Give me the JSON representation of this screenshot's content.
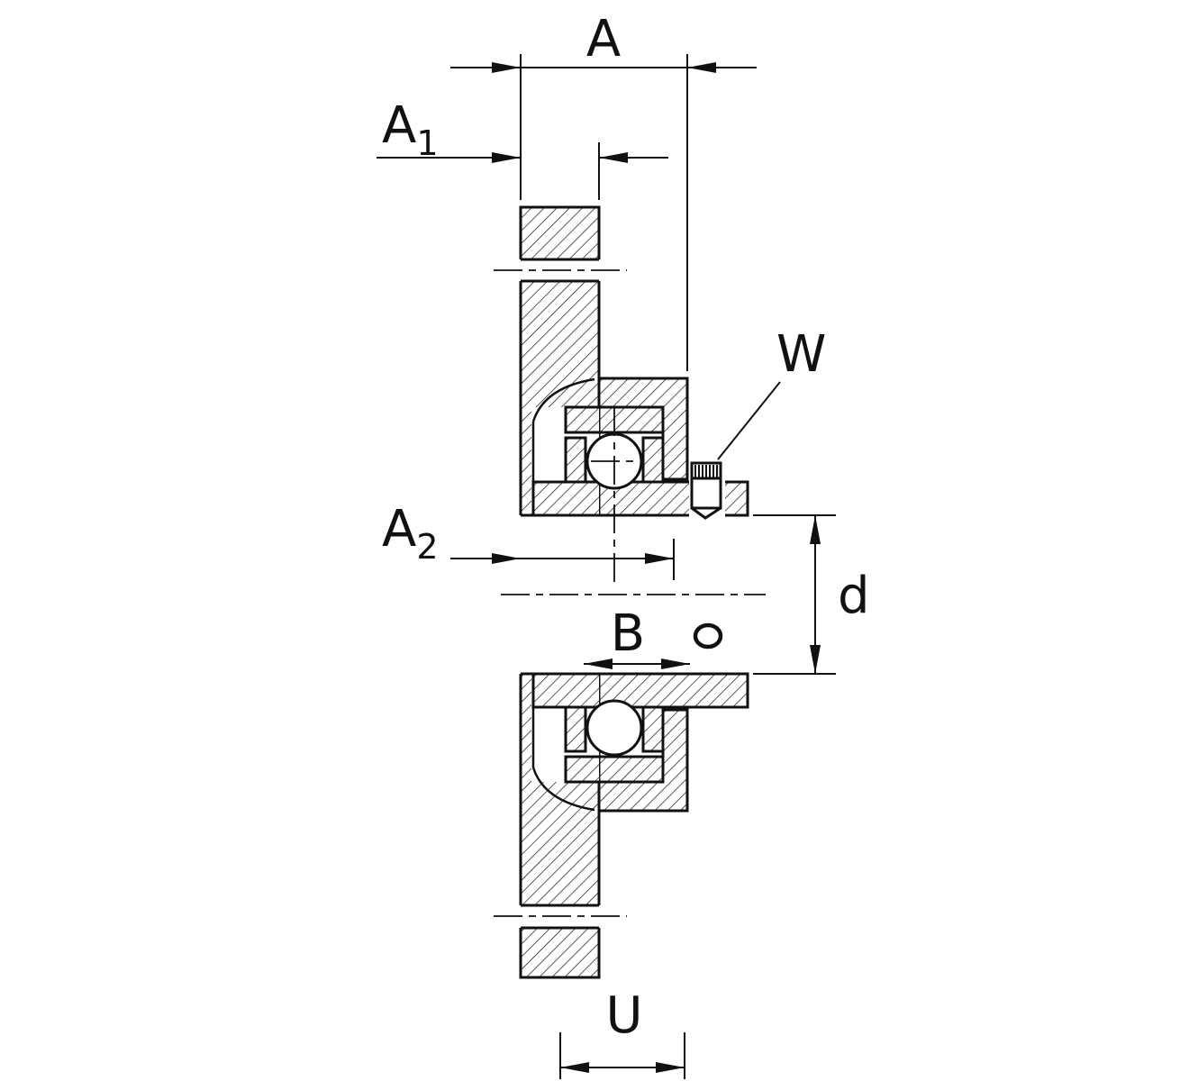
{
  "diagram": {
    "kind": "technical-drawing",
    "subject": "flanged-bearing-housing-unit-cross-section",
    "colors": {
      "line": "#111111",
      "background": "#ffffff"
    },
    "labels": {
      "a": "A",
      "a1_base": "A",
      "a1_sub": "1",
      "a2_base": "A",
      "a2_sub": "2",
      "w": "W",
      "d": "d",
      "b": "B",
      "u": "U"
    }
  }
}
